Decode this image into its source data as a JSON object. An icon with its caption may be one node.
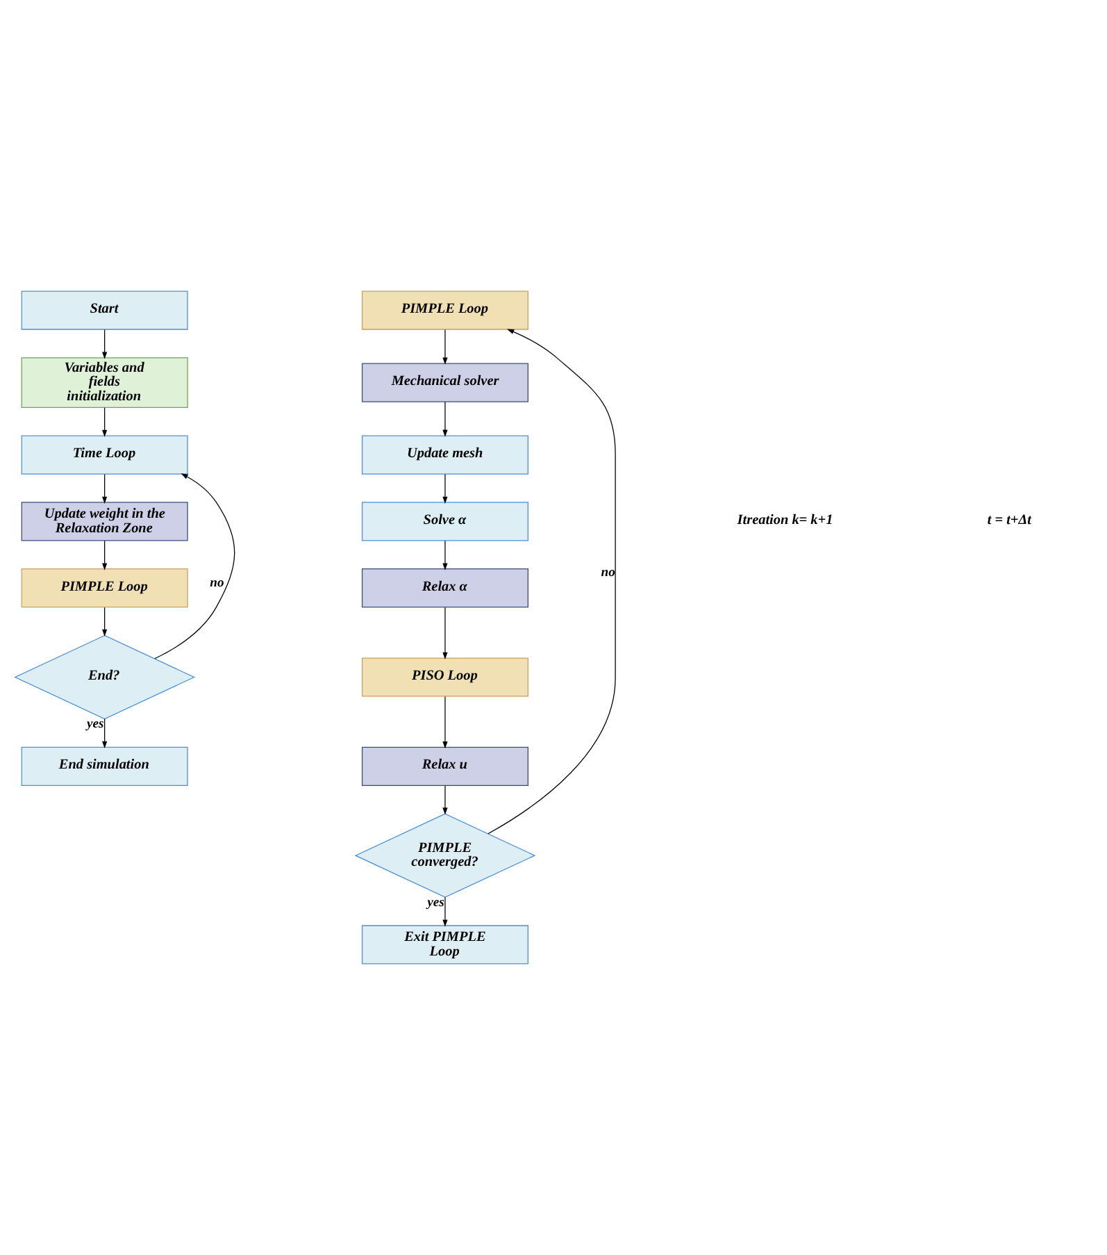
{
  "diagram": {
    "nodes": [
      {
        "text": [
          "Start"
        ]
      },
      {
        "text": [
          "Variables and fields initialization"
        ]
      },
      {
        "text": [
          "Time Loop"
        ]
      },
      {
        "text": [
          "Update weight in the Relaxation Zone"
        ]
      },
      {
        "text": [
          "PIMPLE Loop"
        ]
      },
      {
        "text": [
          "End?"
        ]
      },
      {
        "text": [
          "End simulation"
        ]
      },
      {
        "text": [
          "PIMPLE Loop"
        ]
      },
      {
        "text": [
          "Mechanical solver"
        ]
      },
      {
        "text": [
          "Update mesh"
        ]
      },
      {
        "text": [
          "Solve α"
        ]
      },
      {
        "text": [
          "Relax α"
        ]
      },
      {
        "text": [
          "PISO Loop"
        ]
      },
      {
        "text": [
          "Relax u"
        ]
      },
      {
        "text": [
          "PIMPLE converged?"
        ]
      },
      {
        "text": [
          "Exit PIMPLE Loop"
        ]
      }
    ],
    "edges": [
      {
        "from": 0,
        "to": 1,
        "arrow": "to"
      },
      {
        "from": 1,
        "to": 2,
        "arrow": "to"
      },
      {
        "from": 2,
        "to": 3,
        "arrow": "to"
      },
      {
        "from": 3,
        "to": 4,
        "arrow": "to"
      },
      {
        "from": 4,
        "to": 5,
        "arrow": "to"
      },
      {
        "from": 5,
        "to": 2,
        "arrow": "to",
        "label": "no"
      },
      {
        "from": 5,
        "to": 6,
        "arrow": "to",
        "label": "yes"
      },
      {
        "from": 7,
        "to": 8,
        "arrow": "to"
      },
      {
        "from": 8,
        "to": 9,
        "arrow": "to"
      },
      {
        "from": 9,
        "to": 10,
        "arrow": "to"
      },
      {
        "from": 10,
        "to": 11,
        "arrow": "to"
      },
      {
        "from": 11,
        "to": 12,
        "arrow": "to"
      },
      {
        "from": 12,
        "to": 13,
        "arrow": "to"
      },
      {
        "from": 13,
        "to": 14,
        "arrow": "to"
      },
      {
        "from": 14,
        "to": 7,
        "arrow": "to",
        "label": "no"
      },
      {
        "from": 14,
        "to": 15,
        "arrow": "to",
        "label": "yes"
      }
    ],
    "labels": [
      "Itreation k= k+1",
      "t = t+Δt"
    ]
  }
}
